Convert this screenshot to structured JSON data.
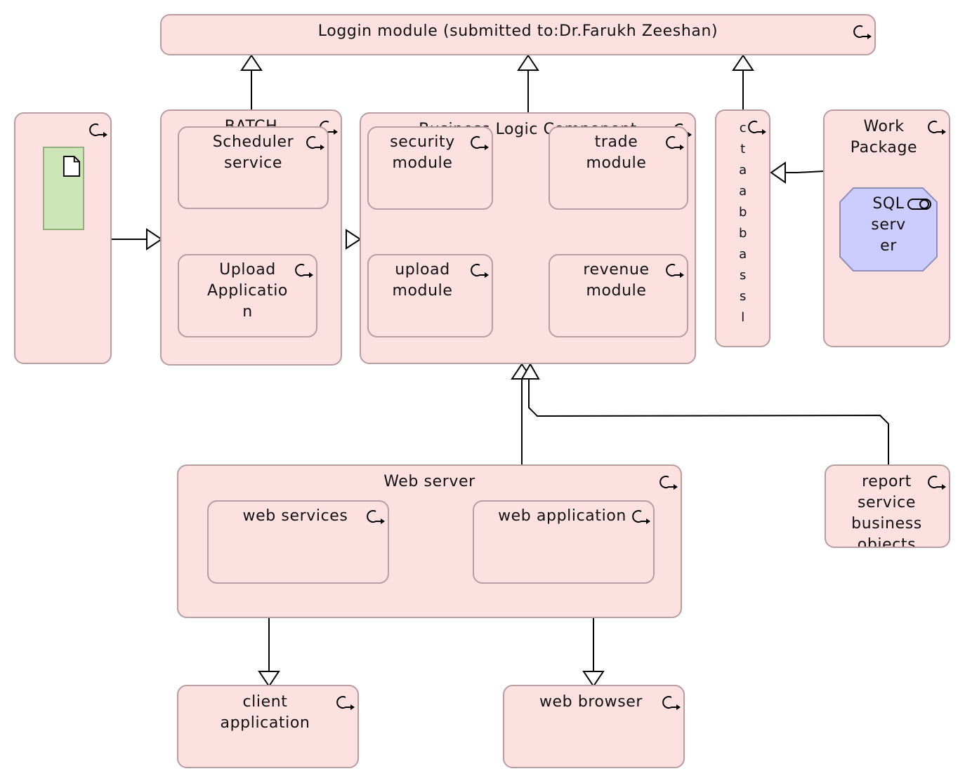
{
  "diagram": {
    "login_module": "Loggin module (submitted to:Dr.Farukh Zeeshan)",
    "batch": "BATCH",
    "scheduler_service": "Scheduler\nservice",
    "upload_application": "Upload\nApplicatio\nn",
    "business_logic": "Business Logic Component",
    "security_module": "security\nmodule",
    "trade_module": "trade\nmodule",
    "upload_module": "upload\nmodule",
    "revenue_module": "revenue\nmodule",
    "database_label": "c\nt\na\na\nb\nb\na\ns\ns\nl",
    "work_package": "Work\nPackage",
    "sql_server": "SQL\nserv\ner",
    "web_server": "Web server",
    "web_services": "web services",
    "web_application": "web application",
    "report_service": "report\nservice\nbusiness\nobjects",
    "client_application": "client\napplication",
    "web_browser": "web browser"
  },
  "colors": {
    "component_fill": "#fde0e0",
    "component_border": "#b89ea0",
    "artifact_fill": "#cce6b8",
    "node_fill": "#ccccff",
    "line": "#000000"
  },
  "icons": {
    "process": "process-cycle-icon",
    "document": "document-icon",
    "toggle": "toggle-icon"
  }
}
